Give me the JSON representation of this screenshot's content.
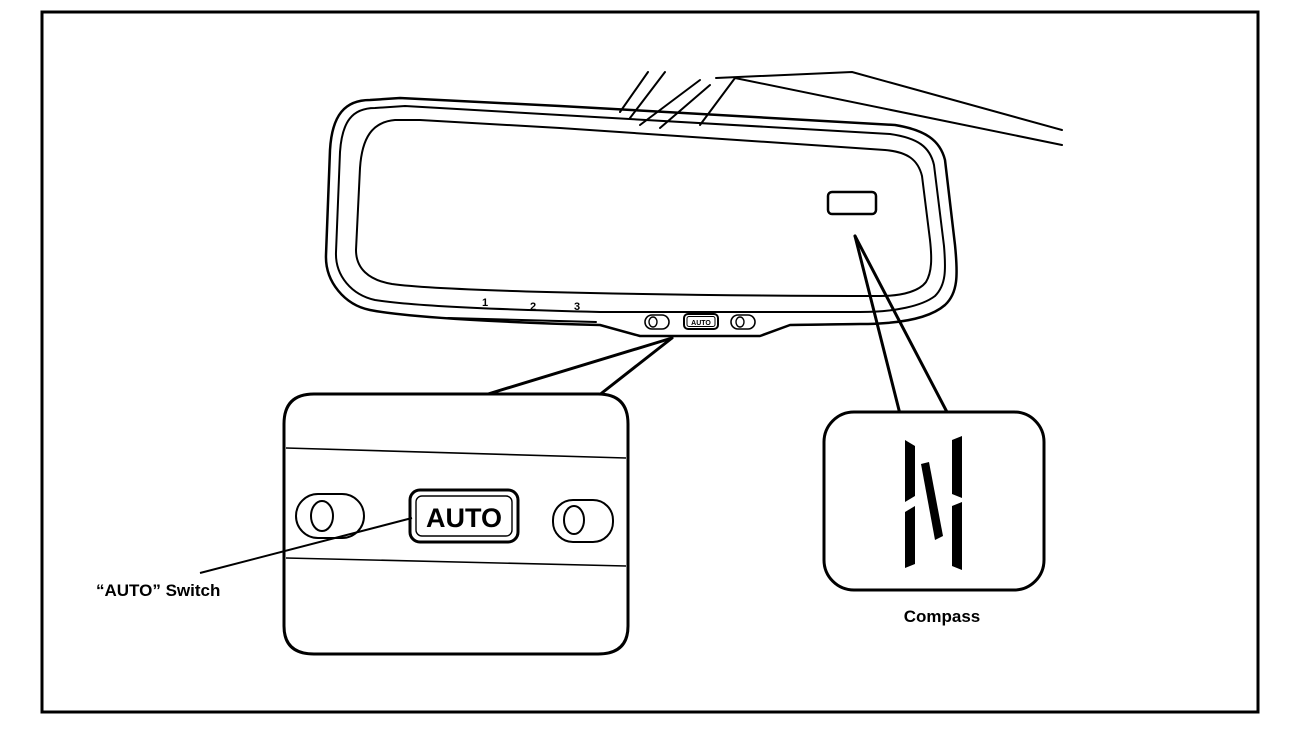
{
  "diagram": {
    "labels": {
      "auto_switch": "“AUTO” Switch",
      "compass": "Compass"
    },
    "mirror": {
      "button_numbers": [
        "1",
        "2",
        "3"
      ],
      "auto_button_small": "AUTO"
    },
    "zoom_auto": {
      "auto_button_text": "AUTO"
    },
    "zoom_compass": {
      "compass_letter": "N"
    },
    "colors": {
      "ink": "#000000",
      "paper": "#ffffff"
    },
    "icons": {
      "round_button": "oval-button-icon",
      "auto_button": "auto-button-icon",
      "compass_display": "compass-display-icon"
    }
  }
}
